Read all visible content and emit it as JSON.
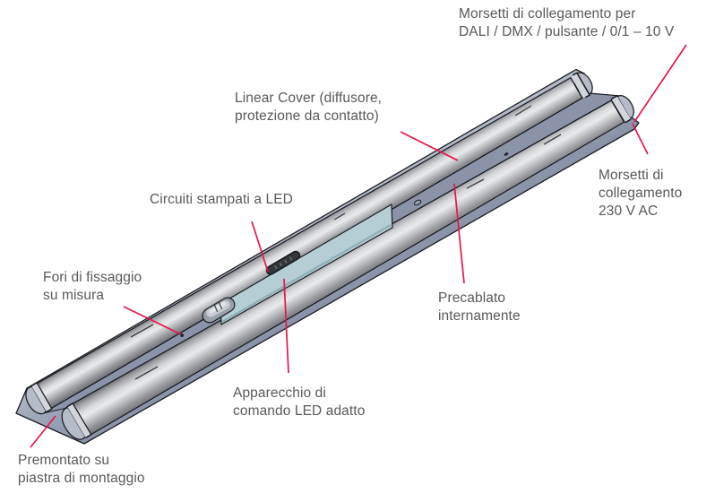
{
  "figure": {
    "type": "annotated-technical-diagram",
    "subject": "Linear LED luminaire with mounting plate, annotated in Italian",
    "colors": {
      "leader_line": "#e5174b",
      "label_text": "#58595c",
      "led_pcb": "#b5ced3",
      "mounting_plate": "#9aa2b5",
      "tube_cover": "#b4b6b8"
    },
    "labels": [
      {
        "id": "morsetti-dali",
        "lines": [
          "Morsetti di collegamento per",
          "DALI / DMX / pulsante / 0/1 – 10 V"
        ]
      },
      {
        "id": "linear-cover",
        "lines": [
          "Linear Cover (diffusore,",
          "protezione da contatto)"
        ]
      },
      {
        "id": "morsetti-230",
        "lines": [
          "Morsetti di",
          "collegamento",
          "230 V AC"
        ]
      },
      {
        "id": "circuiti-led",
        "lines": [
          "Circuiti stampati a LED"
        ]
      },
      {
        "id": "fori-fissaggio",
        "lines": [
          "Fori di fissaggio",
          "su misura"
        ]
      },
      {
        "id": "precablato",
        "lines": [
          "Precablato",
          "internamente"
        ]
      },
      {
        "id": "apparecchio-comando",
        "lines": [
          "Apparecchio di",
          "comando LED adatto"
        ]
      },
      {
        "id": "premontato",
        "lines": [
          "Premontato su",
          "piastra di montaggio"
        ]
      }
    ]
  }
}
